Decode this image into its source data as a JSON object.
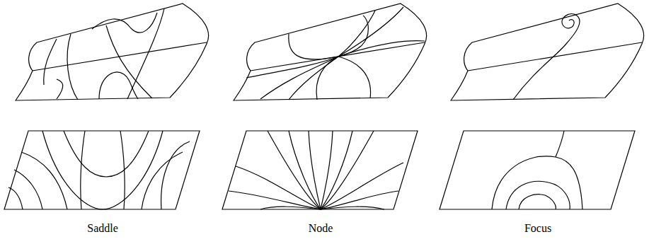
{
  "diagram": {
    "labels": [
      "Saddle",
      "Node",
      "Focus"
    ]
  }
}
